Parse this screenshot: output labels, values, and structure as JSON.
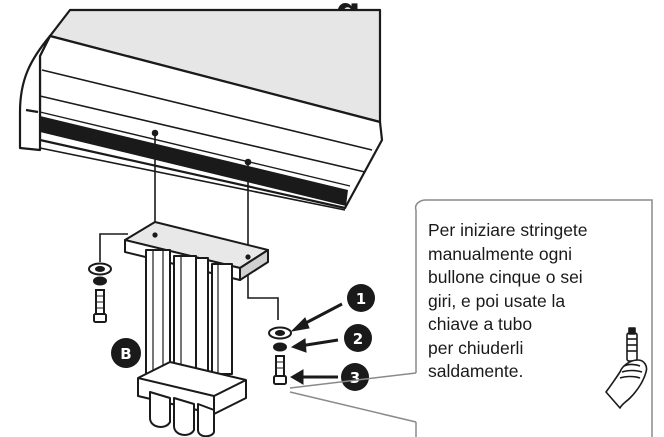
{
  "heading_fragment": "g",
  "part_label": "B",
  "step_numbers": [
    "1",
    "2",
    "3"
  ],
  "callout": {
    "lines": [
      "Per iniziare stringete",
      "manualmente ogni",
      "bullone cinque o sei",
      "giri, e poi usate la",
      "chiave a tubo",
      "per chiuderli",
      "saldamente."
    ]
  },
  "colors": {
    "line": "#1a1a1a",
    "panel_fill": "#e8e8e8",
    "badge_fill": "#1a1a1a",
    "badge_text": "#ffffff",
    "callout_border": "#888888"
  }
}
